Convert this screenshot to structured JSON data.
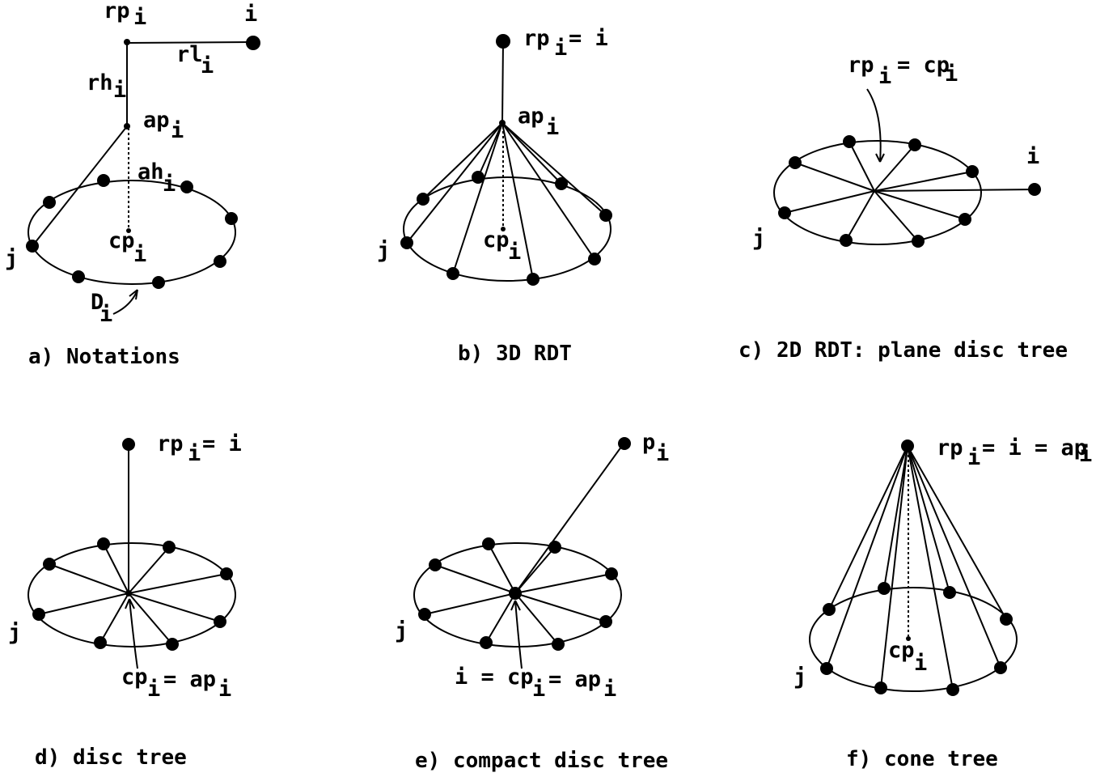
{
  "panels": {
    "a": {
      "caption": "a) Notations",
      "rp": "rp",
      "rp_sub": "i",
      "i": "i",
      "rl": "rl",
      "rl_sub": "i",
      "rh": "rh",
      "rh_sub": "i",
      "ap": "ap",
      "ap_sub": "i",
      "ah": "ah",
      "ah_sub": "i",
      "cp": "cp",
      "cp_sub": "i",
      "j": "j",
      "D": "D",
      "D_sub": "i"
    },
    "b": {
      "caption": "b) 3D RDT",
      "rp": "rp",
      "rp_sub": "i",
      "rp_eq": "= i",
      "ap": "ap",
      "ap_sub": "i",
      "cp": "cp",
      "cp_sub": "i",
      "j": "j"
    },
    "c": {
      "caption": "c) 2D RDT: plane disc tree",
      "rp": "rp",
      "rp_sub": "i",
      "rp_eq": "= cp",
      "cp_sub": "i",
      "i": "i",
      "j": "j"
    },
    "d": {
      "caption": "d) disc tree",
      "rp": "rp",
      "rp_sub": "i",
      "rp_eq": "= i",
      "cp": "cp",
      "cp_sub": "i",
      "cp_eq": "= ap",
      "ap_sub": "i",
      "j": "j"
    },
    "e": {
      "caption": "e) compact disc tree",
      "p": "p",
      "p_sub": "i",
      "i_eq": "i = cp",
      "cp_sub": "i",
      "cp_eq": "= ap",
      "ap_sub": "i",
      "j": "j"
    },
    "f": {
      "caption": "f) cone tree",
      "rp": "rp",
      "rp_sub": "i",
      "rp_eq": "= i = ap",
      "ap_sub": "i",
      "cp": "cp",
      "cp_sub": "i",
      "j": "j"
    }
  }
}
